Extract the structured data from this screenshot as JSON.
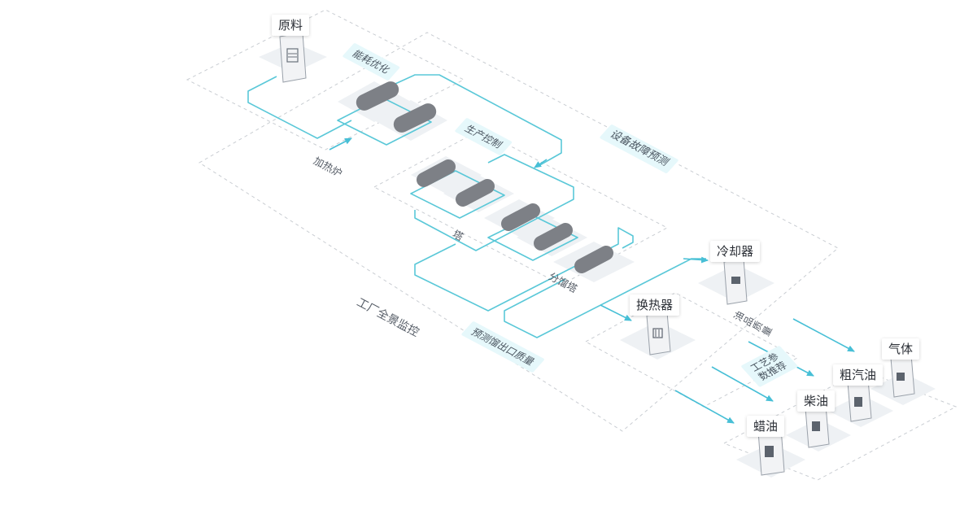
{
  "nodes": {
    "feed": "原料",
    "heater": "加热炉",
    "tower": "塔",
    "fractionator": "分馏塔",
    "cooler": "冷却器",
    "heat_exchanger": "换热器",
    "gas": "气体",
    "crude_gasoline": "粗汽油",
    "diesel": "柴油",
    "wax_oil": "蜡油"
  },
  "capabilities": {
    "energy_optimization": "能耗优化",
    "production_control": "生产控制",
    "equipment_fault_prediction": "设备故障预测",
    "outlet_quality_prediction": "预测馏出口质量",
    "process_parameter_recommendation": "工艺参数推荐"
  },
  "zones": {
    "plant_monitoring": "工厂全景监控",
    "product_quality": "油品质量"
  },
  "colors": {
    "flow_line": "#5ac8d8",
    "arrow": "#47bfd6",
    "dashed_border": "#c9cdd2",
    "tag_bg": "#e6f8fb",
    "equipment_gray": "#7d8086"
  }
}
